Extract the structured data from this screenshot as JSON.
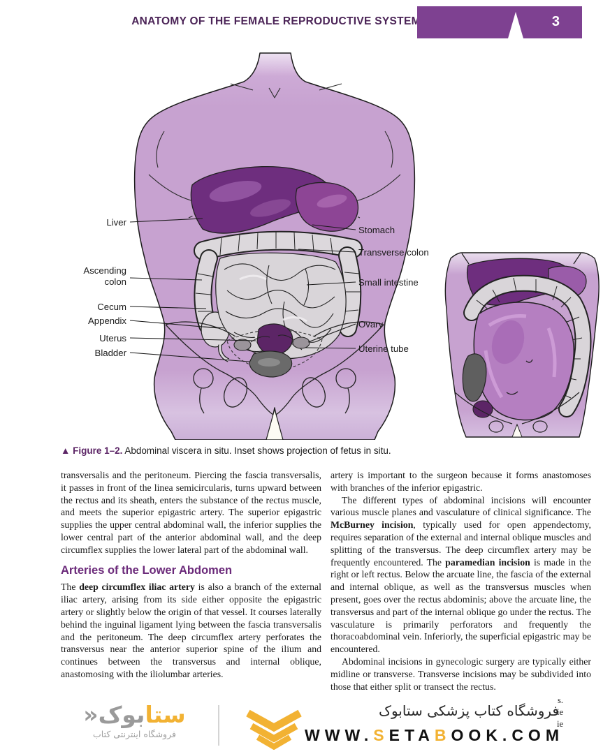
{
  "header": {
    "title": "ANATOMY OF THE FEMALE REPRODUCTIVE SYSTEM",
    "page_number": "3"
  },
  "figure": {
    "caption_label": "▲ Figure 1–2.",
    "caption_text": " Abdominal viscera in situ. Inset shows projection of fetus in situ.",
    "labels": {
      "liver": "Liver",
      "ascending_1": "Ascending",
      "ascending_2": "colon",
      "cecum": "Cecum",
      "appendix": "Appendix",
      "uterus": "Uterus",
      "bladder": "Bladder",
      "stomach": "Stomach",
      "transverse_colon": "Transverse colon",
      "small_intestine": "Small intestine",
      "ovary": "Ovary",
      "uterine_tube": "Uterine tube"
    }
  },
  "article": {
    "left": {
      "para1": [
        {
          "t": "transversalis and the peritoneum. Piercing the fascia transversalis, it passes in front of the linea semicircularis, turns upward between the rectus and its sheath, enters the substance of the rectus muscle, and meets the superior epigastric artery. The superior epigastric supplies the upper central abdominal wall, the inferior supplies the lower central part of the anterior abdominal wall, and the deep circumflex supplies the lower lateral part of the abdominal wall."
        }
      ],
      "heading": "Arteries of the Lower Abdomen",
      "para2": [
        {
          "t": "The "
        },
        {
          "t": "deep circumflex iliac artery",
          "b": true
        },
        {
          "t": " is also a branch of the external iliac artery, arising from its side either opposite the epigastric artery or slightly below the origin of that vessel. It courses laterally behind the inguinal ligament lying between the fascia transversalis and the peritoneum. The deep circumflex artery perforates the transversus near the anterior superior spine of the ilium and continues between the transversus and internal oblique, anastomosing with the iliolumbar arteries."
        }
      ]
    },
    "right": {
      "para1": [
        {
          "t": "artery is important to the surgeon because it forms anastomoses with branches of the inferior epigastric."
        }
      ],
      "para2": [
        {
          "t": "The different types of abdominal incisions will encounter various muscle planes and vasculature of clinical significance. The "
        },
        {
          "t": "McBurney incision",
          "b": true
        },
        {
          "t": ", typically used for open appendectomy, requires separation of the external and internal oblique muscles and splitting of the transversus. The deep circumflex artery may be frequently encountered. The "
        },
        {
          "t": "paramedian incision",
          "b": true
        },
        {
          "t": " is made in the right or left rectus. Below the arcuate line, the fascia of the external and internal oblique, as well as the transversus muscles when present, goes over the rectus abdominis; above the arcuate line, the transversus and part of the internal oblique go under the rectus. The vasculature is primarily perforators and frequently the thoracoabdominal vein. Inferiorly, the superficial epigastric may be encountered."
        }
      ],
      "para3": [
        {
          "t": "Abdominal incisions in gynecologic surgery are typically either midline or transverse. Transverse incisions may be subdivided into those that either split or transect the rectus."
        }
      ]
    }
  },
  "footer": {
    "brand_yellow": "ستا",
    "brand_gray": "بوک",
    "brand_guillemet": "«",
    "brand_tagline": "فروشگاه اینترنتی کتاب",
    "store_title": "فروشگاه کتاب پزشکی ستابوک",
    "url_segments": [
      {
        "t": "WWW."
      },
      {
        "t": "S",
        "accent": true
      },
      {
        "t": "ETA"
      },
      {
        "t": "B",
        "accent": true
      },
      {
        "t": "OOK.COM"
      }
    ]
  },
  "fragments": {
    "f1": "s.",
    "f2": "ie",
    "f3": "ie"
  },
  "colors": {
    "tab_purple": "#7e4191",
    "title_purple": "#4b2457",
    "heading_purple": "#6b2a7a",
    "body_skin": "#c7a2d0",
    "organ_dark_purple": "#6e2e7e",
    "accent_yellow": "#f2b233"
  }
}
